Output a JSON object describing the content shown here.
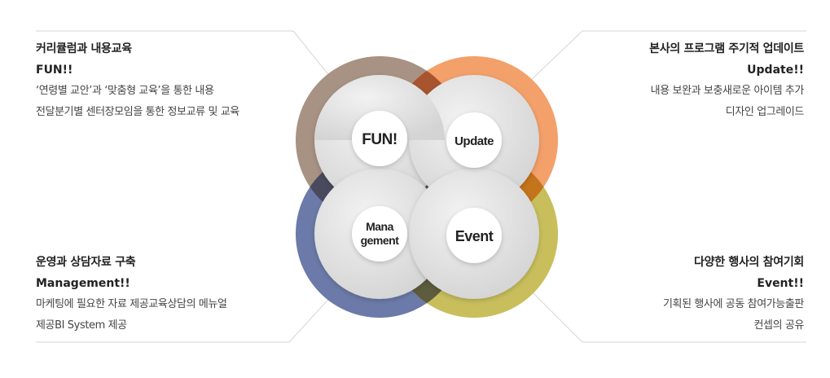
{
  "blocks": {
    "fun": {
      "title": "커리큘럼과 내용교육",
      "subtitle": "FUN!!",
      "lines": [
        "‘연령별 교안’과 ‘맞춤형 교육’을 통한 내용",
        "전달분기별 센터장모임을 통한 정보교류 및 교육"
      ]
    },
    "update": {
      "title": "본사의 프로그램 주기적 업데이트",
      "subtitle": "Update!!",
      "lines": [
        "내용 보완과 보충새로운 아이템 추가",
        "디자인 업그레이드"
      ]
    },
    "management": {
      "title": "운영과 상담자료 구축",
      "subtitle": "Management!!",
      "lines": [
        "마케팅에 필요한 자료 제공교육상담의 메뉴얼",
        "제공BI System 제공"
      ]
    },
    "event": {
      "title": "다양한 행사의 참여기회",
      "subtitle": "Event!!",
      "lines": [
        "기획된 행사에 공동 참여가능출판",
        "컨셉의 공유"
      ]
    }
  },
  "nodes": {
    "fun": "FUN!",
    "update": "Update",
    "management_1": "Mana",
    "management_2": "gement",
    "event": "Event"
  },
  "colors": {
    "fun": "#a89284",
    "update": "#f4a06a",
    "management": "#6b7aa8",
    "event": "#c8be5c",
    "overlap_top": "#a8542e",
    "overlap_left": "#4a4a5e",
    "overlap_right": "#c4741a",
    "overlap_bottom": "#5e5c3e",
    "inner": "#e2e2e2",
    "leader": "#d6d6d6"
  }
}
